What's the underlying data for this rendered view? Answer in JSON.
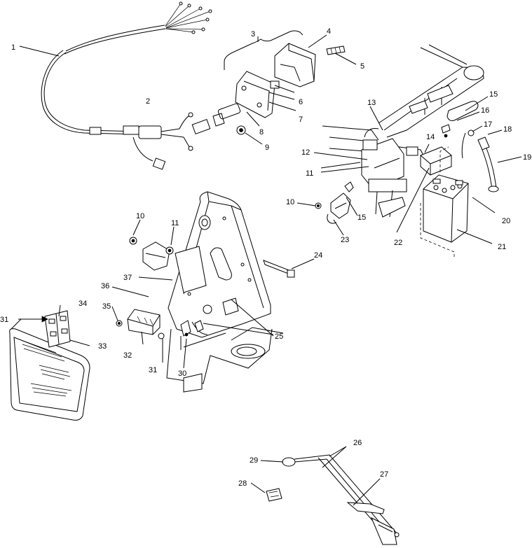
{
  "callouts": {
    "c1": "1",
    "c2": "2",
    "c3": "3",
    "c4": "4",
    "c5": "5",
    "c6": "6",
    "c7": "7",
    "c8": "8",
    "c9": "9",
    "c10a": "10",
    "c10b": "10",
    "c11a": "11",
    "c11b": "11",
    "c12": "12",
    "c13": "13",
    "c14": "14",
    "c15a": "15",
    "c15b": "15",
    "c16": "16",
    "c17": "17",
    "c18": "18",
    "c19": "19",
    "c20": "20",
    "c21": "21",
    "c22": "22",
    "c23": "23",
    "c24": "24",
    "c25": "25",
    "c26": "26",
    "c27": "27",
    "c28": "28",
    "c29": "29",
    "c30": "30",
    "c31a": "31",
    "c31b": "31",
    "c32": "32",
    "c33": "33",
    "c34": "34",
    "c35": "35",
    "c36": "36",
    "c37": "37"
  }
}
